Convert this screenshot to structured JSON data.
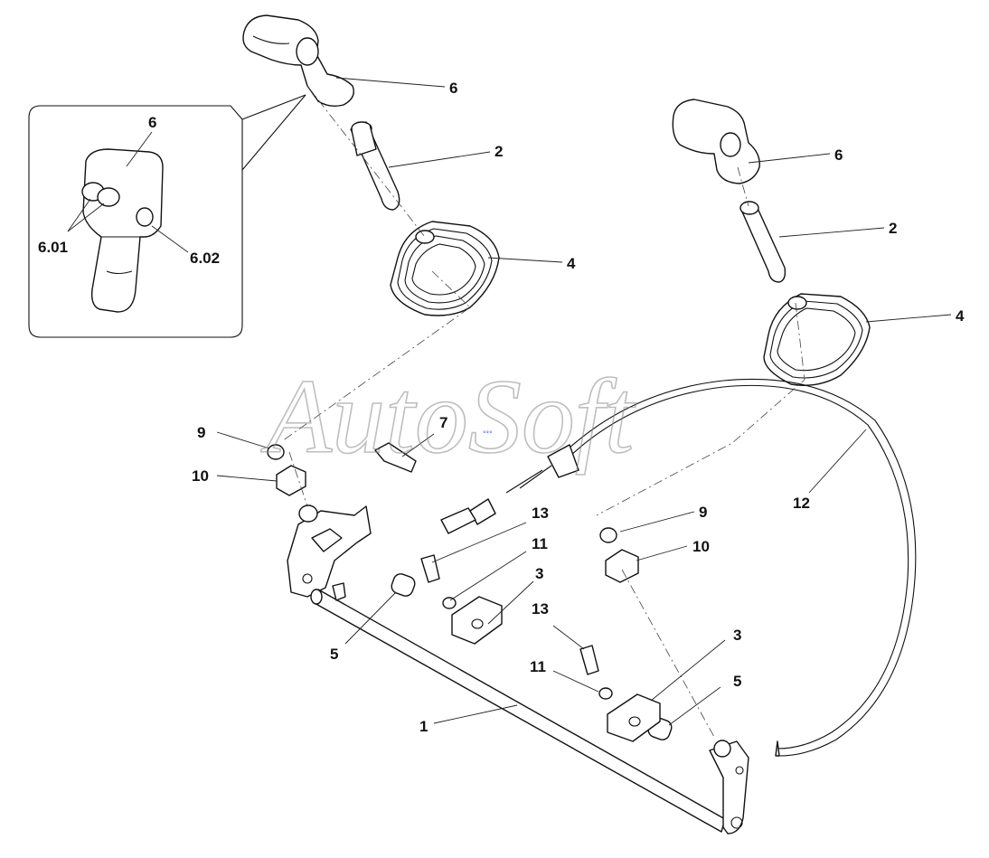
{
  "diagram": {
    "watermark": "AutoSoft",
    "watermark_mark": "°°°",
    "callouts": {
      "c1": "1",
      "c2a": "2",
      "c2b": "2",
      "c3a": "3",
      "c3b": "3",
      "c4a": "4",
      "c4b": "4",
      "c5a": "5",
      "c5b": "5",
      "c6a": "6",
      "c6b": "6",
      "c6inset": "6",
      "c601": "6.01",
      "c602": "6.02",
      "c7": "7",
      "c9a": "9",
      "c9b": "9",
      "c10a": "10",
      "c10b": "10",
      "c11a": "11",
      "c11b": "11",
      "c12": "12",
      "c13a": "13",
      "c13b": "13"
    }
  }
}
